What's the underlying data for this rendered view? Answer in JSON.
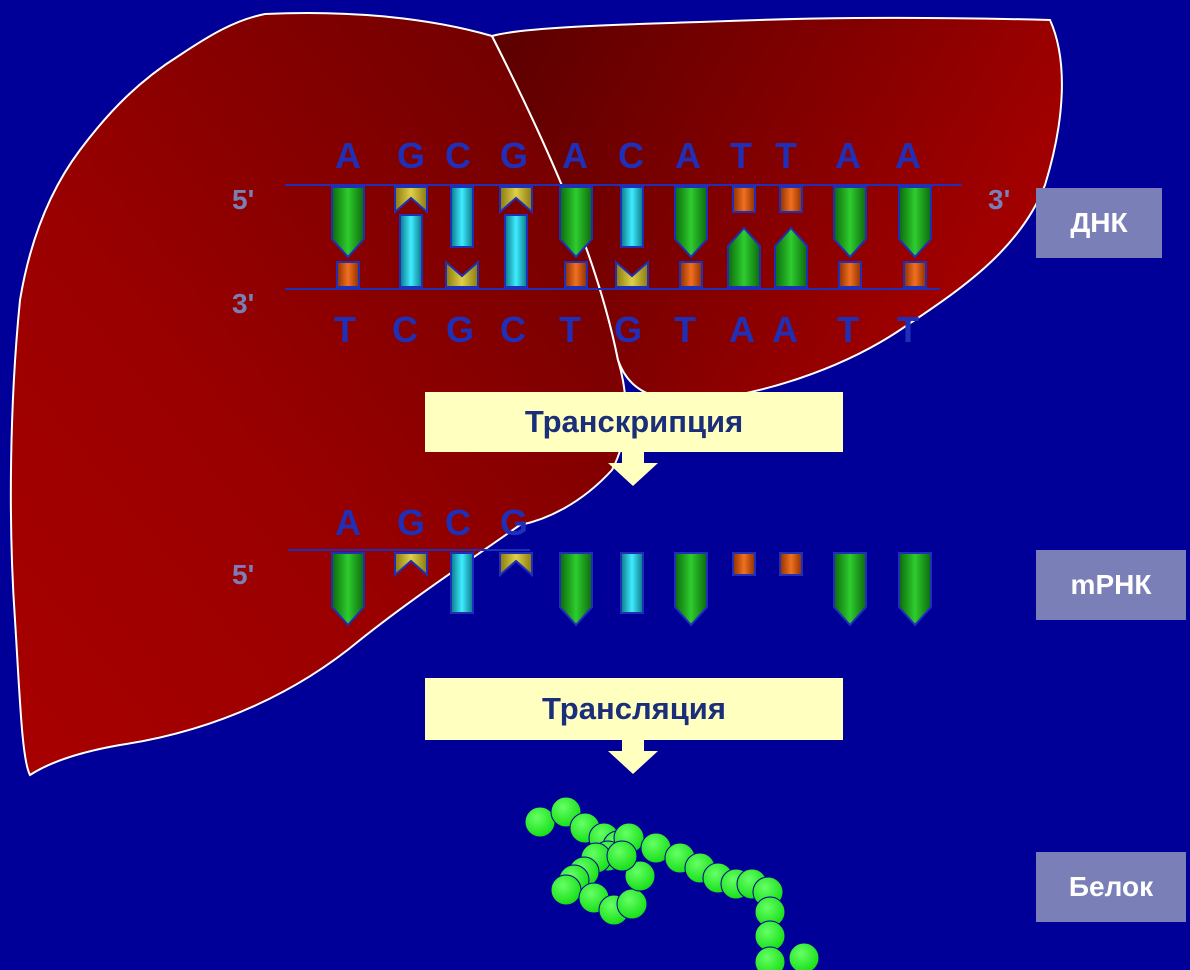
{
  "labels": {
    "dna": "ДНК",
    "mrna": "mРНК",
    "protein": "Белок"
  },
  "steps": {
    "transcription": "Транскрипция",
    "translation": "Трансляция"
  },
  "primes": {
    "dna_top_left": "5'",
    "dna_top_right": "3'",
    "dna_bottom_left": "3'",
    "mrna_left": "5'"
  },
  "sequences": {
    "coding_strand": [
      "A",
      "G",
      "C",
      "G",
      "A",
      "C",
      "A",
      "T",
      "T",
      "A",
      "A"
    ],
    "template_strand": [
      "T",
      "C",
      "G",
      "C",
      "T",
      "G",
      "T",
      "A",
      "A",
      "T",
      "T"
    ],
    "mrna_visible": [
      "A",
      "G",
      "C",
      "G"
    ]
  },
  "colors": {
    "background": "#000099",
    "liver": "#a00000",
    "strand_text": "#1f2fb8",
    "label_box": "#7b7fb8",
    "step_box": "#ffffc0",
    "base_A": "#22aa22",
    "base_G": "#c8b830",
    "base_C": "#22d8ee",
    "base_T": "#e06010",
    "protein_bead": "#22ee22"
  }
}
